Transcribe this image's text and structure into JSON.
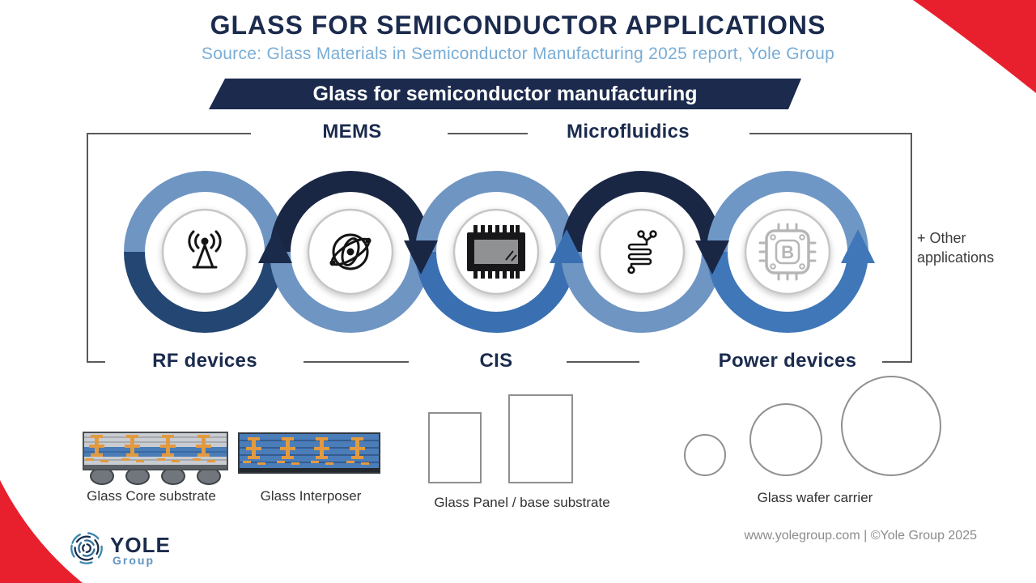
{
  "colors": {
    "accent_red": "#e8202e",
    "navy": "#1b2b4e",
    "banner_bg": "#1b2a4d",
    "subtitle_blue": "#79add6",
    "light_blue_ring": "#6f95c3",
    "mid_blue_ring": "#3a70b2",
    "dark_navy_ring": "#1a2744"
  },
  "header": {
    "title": "GLASS FOR SEMICONDUCTOR APPLICATIONS",
    "subtitle": "Source: Glass Materials in Semiconductor Manufacturing 2025 report, Yole Group",
    "banner": "Glass for semiconductor manufacturing"
  },
  "diagram": {
    "top_labels": [
      {
        "label": "MEMS"
      },
      {
        "label": "Microfluidics"
      }
    ],
    "bottom_labels": [
      {
        "label": "RF devices"
      },
      {
        "label": "CIS"
      },
      {
        "label": "Power devices"
      }
    ],
    "side_note": "+ Other\napplications",
    "rings": [
      {
        "name": "rf-devices-ring",
        "icon": "rf-antenna-icon",
        "top": "#6f95c3",
        "bottom": "#234672",
        "arrow": "up",
        "arrow_color": "#1a2a4a"
      },
      {
        "name": "mems-ring",
        "icon": "gyroscope-icon",
        "top": "#1a2744",
        "bottom": "#6f95c3",
        "arrow": "down",
        "arrow_color": "#1a2744"
      },
      {
        "name": "cis-ring",
        "icon": "image-sensor-chip-icon",
        "top": "#6f95c3",
        "bottom": "#3a70b2",
        "arrow": "up",
        "arrow_color": "#3a70b2"
      },
      {
        "name": "microfluidics-ring",
        "icon": "microfluidic-channel-icon",
        "top": "#1a2744",
        "bottom": "#6f95c3",
        "arrow": "down",
        "arrow_color": "#1a2744"
      },
      {
        "name": "power-devices-ring",
        "icon": "power-chip-icon",
        "top": "#6f97c6",
        "bottom": "#3f77b8",
        "arrow": "up",
        "arrow_color": "#3f77b8",
        "glyph": "B"
      }
    ]
  },
  "products": [
    {
      "label": "Glass Core substrate",
      "icon": "glass-core-substrate-illustration"
    },
    {
      "label": "Glass Interposer",
      "icon": "glass-interposer-illustration"
    },
    {
      "label": "Glass Panel / base substrate",
      "icon": "glass-panel-illustration"
    },
    {
      "label": "Glass wafer carrier",
      "icon": "glass-wafer-circles-illustration"
    }
  ],
  "footer": {
    "logo_title": "YOLE",
    "logo_subtitle": "Group",
    "credit": "www.yolegroup.com | ©Yole Group 2025"
  }
}
